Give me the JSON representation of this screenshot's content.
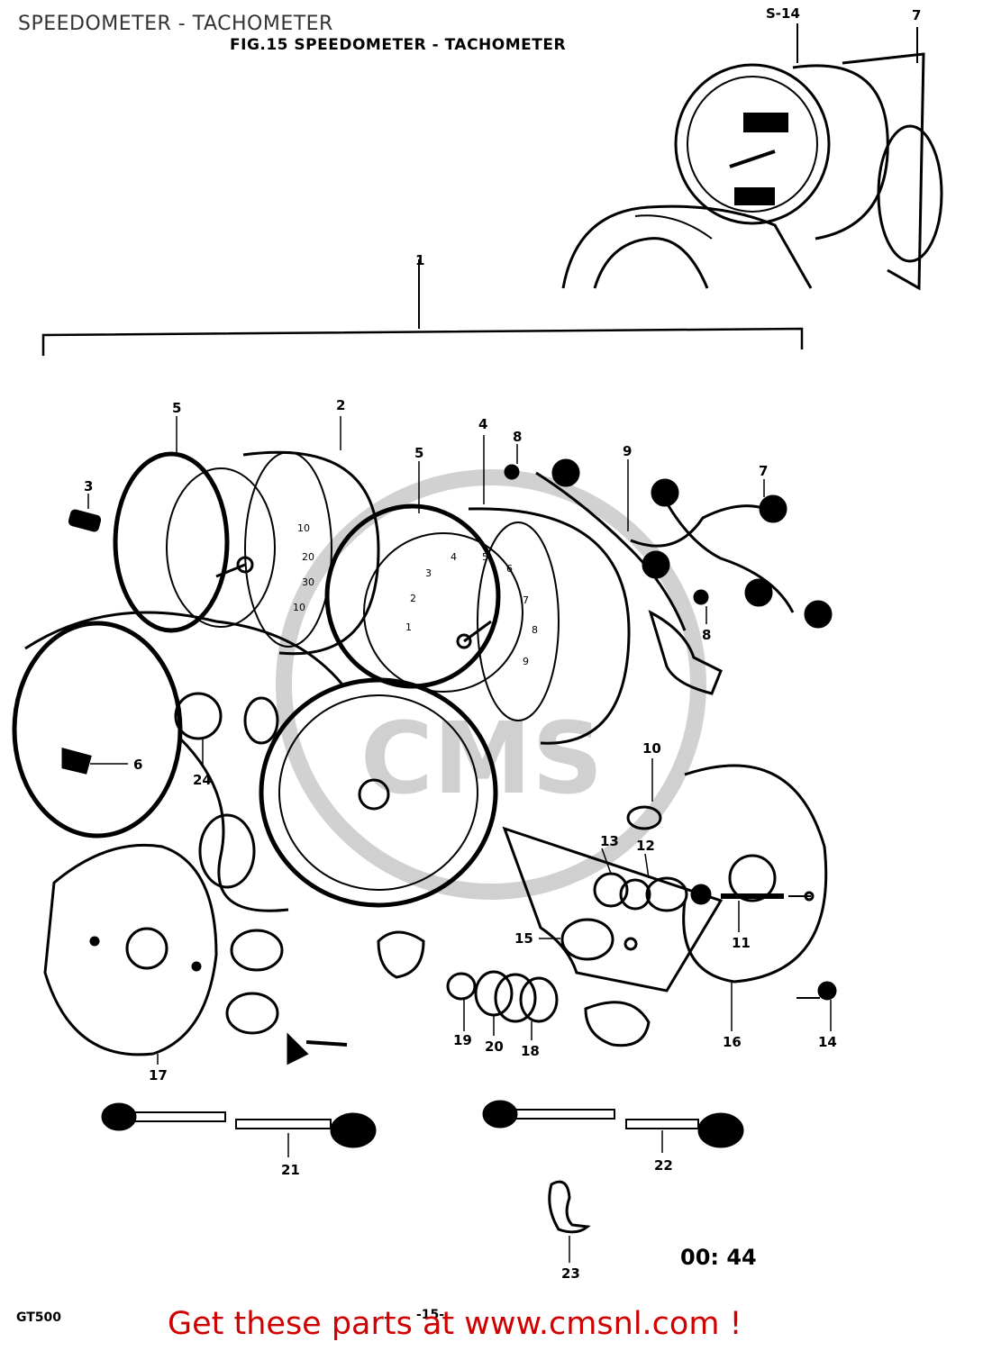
{
  "header": {
    "page_title": "SPEEDOMETER - TACHOMETER",
    "figure_title": "FIG.15  SPEEDOMETER - TACHOMETER"
  },
  "inset": {
    "callouts": [
      "S-14",
      "7"
    ]
  },
  "callouts": [
    "1",
    "2",
    "3",
    "4",
    "5",
    "5",
    "6",
    "7",
    "8",
    "8",
    "9",
    "10",
    "11",
    "12",
    "13",
    "14",
    "15",
    "16",
    "17",
    "18",
    "19",
    "20",
    "21",
    "22",
    "23",
    "24"
  ],
  "dial": {
    "speed_numbers": [
      "10",
      "20",
      "30",
      "10"
    ],
    "tach_numbers": [
      "1",
      "2",
      "3",
      "4",
      "5",
      "6",
      "7",
      "8",
      "9"
    ]
  },
  "footer": {
    "model_code": "GT500",
    "page_number": "-15-",
    "diagram_code": "00: 44",
    "cta": "Get these parts at www.cmsnl.com !"
  },
  "colors": {
    "cta": "#d00000",
    "ink": "#000000",
    "title_gray": "#333333"
  }
}
